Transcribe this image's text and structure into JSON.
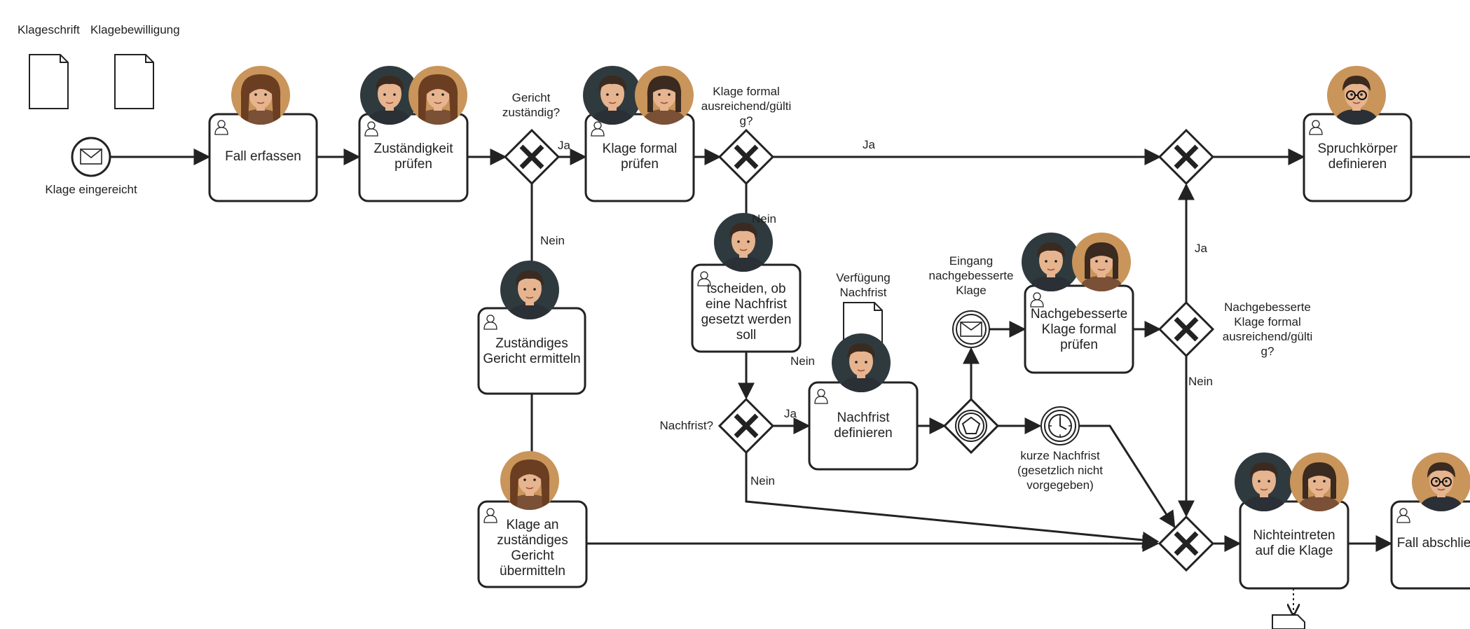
{
  "data_objects": {
    "klageschrift": "Klageschrift",
    "klagebewilligung": "Klagebewilligung",
    "verfuegung": "Verfügung Nachfrist"
  },
  "events": {
    "start": "Klage eingereicht",
    "message_catch": "Eingang nachgebesserte Klage",
    "timer": "kurze Nachfrist (gesetzlich nicht vorgegeben)"
  },
  "tasks": {
    "fall_erfassen": "Fall erfassen",
    "zustaendigkeit_pruefen": "Zuständigkeit prüfen",
    "klage_formal_pruefen": "Klage formal prüfen",
    "spruchkoerper": "Spruchkörper definieren",
    "zustaendiges_gericht": "Zuständiges Gericht ermitteln",
    "nachfrist_entscheiden": "tscheiden, ob eine Nachfrist gesetzt werden soll",
    "nachgebesserte_pruefen": "Nachgebesserte Klage formal prüfen",
    "nachfrist_definieren": "Nachfrist definieren",
    "klage_uebermitteln": "Klage an zuständiges Gericht übermitteln",
    "nichteintreten": "Nichteintreten auf die Klage",
    "fall_abschliessen": "Fall abschliess"
  },
  "gateways": {
    "gericht_zustaendig": "Gericht zuständig?",
    "klage_gueltig": "Klage formal ausreichend/gülti g?",
    "nachfrist": "Nachfrist?",
    "nachgebessert_gueltig": "Nachgebesserte Klage formal ausreichend/gülti g?"
  },
  "flow_labels": {
    "ja_1": "Ja",
    "ja_2": "Ja",
    "nein_1": "Nein",
    "nein_2": "Nein",
    "nein_3": "Nein",
    "ja_3": "Ja",
    "nein_4": "Nein",
    "ja_4": "Ja",
    "nein_5": "Nein"
  },
  "colors": {
    "stroke": "#222222",
    "fill": "#ffffff",
    "skin": "#e6b48f",
    "hair_dark": "#3a2a20",
    "hair_brown": "#6b3e22",
    "bg_dark": "#2f3a3e",
    "bg_warm": "#c9955a"
  }
}
